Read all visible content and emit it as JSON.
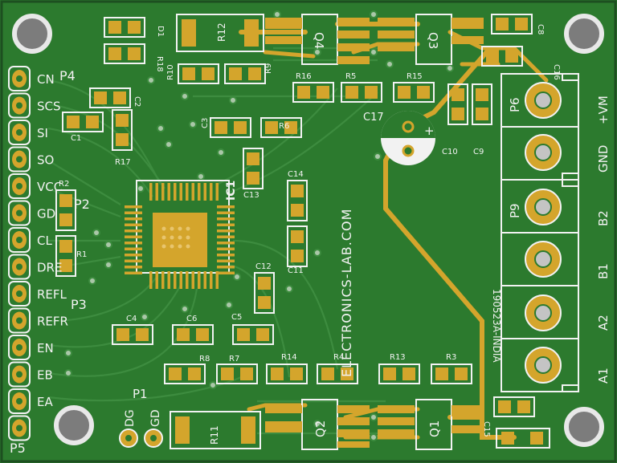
{
  "board": {
    "brand": "ELECTRONICS-LAB.COM",
    "revision": "190523A-INDIA"
  },
  "headers": {
    "p4": "P4",
    "p2": "P2",
    "p3": "P3",
    "p5": "P5",
    "p1": "P1",
    "p6": "P6",
    "p9": "P9"
  },
  "pin_labels_left": [
    "CN",
    "SCS",
    "SI",
    "SO",
    "VCC",
    "GD",
    "CL",
    "DRE",
    "REFL",
    "REFR",
    "EN",
    "EB",
    "EA"
  ],
  "pin_labels_right": [
    "+VM",
    "GND",
    "B2",
    "B1",
    "A2",
    "A1"
  ],
  "p1_labels": [
    "DG",
    "GD"
  ],
  "components": {
    "ic1": "IC1",
    "q1": "Q1",
    "q2": "Q2",
    "q3": "Q3",
    "q4": "Q4",
    "r1": "R1",
    "r2": "R2",
    "r3": "R3",
    "r4": "R4",
    "r5": "R5",
    "r6": "R6",
    "r7": "R7",
    "r8": "R8",
    "r9": "R9",
    "r10": "R10",
    "r11": "R11",
    "r12": "R12",
    "r13": "R13",
    "r14": "R14",
    "r15": "R15",
    "r16": "R16",
    "r17": "R17",
    "r18": "R18",
    "c1": "C1",
    "c2": "C2",
    "c3": "C3",
    "c4": "C4",
    "c5": "C5",
    "c6": "C6",
    "c8": "C8",
    "c9": "C9",
    "c10": "C10",
    "c11": "C11",
    "c12": "C12",
    "c13": "C13",
    "c14": "C14",
    "c15": "C15",
    "c16": "C16",
    "c17": "C17",
    "d1": "D1"
  }
}
